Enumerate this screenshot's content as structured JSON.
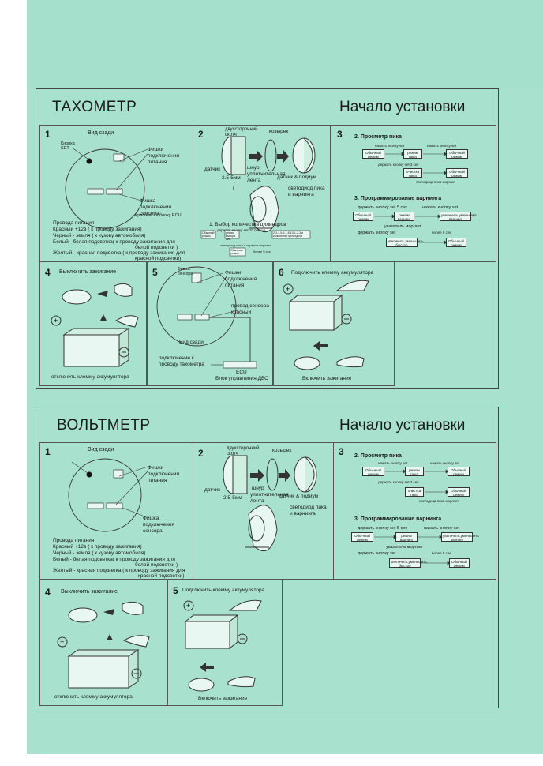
{
  "tacho": {
    "title": "ТАХОМЕТР",
    "subtitle": "Начало установки",
    "p1": {
      "num": "1",
      "view": "Вид сзади",
      "knob": "Кнопка SET",
      "power_plugs": "Фишки подключения питания",
      "sensor_plug": "Фишка подключения сенсора",
      "sensor_note": "Красный - к блоку ECU",
      "wire1": "Провода питания",
      "wire2": "Красный +12в ( к проводу зажигания)",
      "wire3": "Черный - земля ( к кузову автомобиля)",
      "wire4": "Белый - белая подсветка( к проводу зажигания для",
      "wire4b": "белой подсветки )",
      "wire5": "Желтый - красная подсветка ( к проводу зажигания для",
      "wire5b": "красной подсветки)"
    },
    "p2": {
      "num": "2",
      "tape": "двухсторонний скотч",
      "visor": "козырек",
      "cord": "шнур",
      "sensor": "датчик",
      "size": "2.5-5мм",
      "seal": "уплотнительная лента",
      "mount": "датчик & подиум",
      "led": "светодиод пика и варнинга",
      "cyl_title": "1. Выбор количества цилиндров",
      "cyl_hint": "держать кнопку set 10 секунд",
      "cyl_box1": "Обычный режим",
      "cyl_box2": "режим выбора цил.",
      "cyl_box3": "2-3-4-5-6-7-8-10-1-2-3 и количество цилиндров",
      "cyl_hint2": "светодиод пика и сервиса моргает",
      "cyl_box4": "Обычный режим",
      "cyl_hint3": "более 5 сек"
    },
    "p3": {
      "num": "3",
      "peak_title": "2. Просмотр пика",
      "peak_hint1": "нажать кнопку set",
      "peak_hint2": "нажать кнопку set",
      "b1": "Обычный режим",
      "b2": "режим пика",
      "b3": "Обычный режим",
      "hold": "держать кнопку set 3 сек",
      "b4": "очистка пика",
      "b5": "Обычный режим",
      "blink": "светодиод пика моргает",
      "warn_title": "3. Программирование варнинга",
      "warn_hold": "держать кнопку set 5 сек",
      "warn_press": "нажать кнопку set",
      "w1": "Обычный режим",
      "w2": "режим варнинг",
      "w3": "увеличить,уменьшить варнинг",
      "w_blink": "указатель моргает",
      "w_hold2": "держать кнопку set",
      "w4": "увеличить,уменьшить быстро",
      "w5": "Обычный режим",
      "w_more": "более 5 сек"
    },
    "p4": {
      "num": "4",
      "ign_off": "Выключить зажигание",
      "disconnect": "отключить клемму аккумулятора"
    },
    "p5": {
      "num": "5",
      "knob": "Фишка сенсора",
      "power_plugs": "Фишки подключения питания",
      "sensor_wire": "провод сенсора красный",
      "view": "Вид сзади",
      "tacho_wire": "подключение к проводу тахометра",
      "ecu": "ECU",
      "ecu_label": "Блок управления ДВС"
    },
    "p6": {
      "num": "6",
      "connect": "Подключить клемму аккумулятора",
      "ign_on": "Включить зажигание"
    }
  },
  "volt": {
    "title": "ВОЛЬТМЕТР",
    "subtitle": "Начало установки",
    "p1": {
      "num": "1",
      "view": "Вид сзади",
      "power_plugs": "Фишки подключения питания",
      "sensor_plug": "Фишка подключения сенсора",
      "wire1": "Провода питания",
      "wire2": "Красный +12в ( к проводу зажигания)",
      "wire3": "Черный - земля ( к кузову автомобиля)",
      "wire4": "Белый - белая подсветка( к проводу зажигания для",
      "wire4b": "белой подсветки )",
      "wire5": "Желтый - красная подсветка ( к проводу зажигания для",
      "wire5b": "красной подсветки)"
    },
    "p2": {
      "num": "2",
      "tape": "двухсторонний скотч",
      "visor": "козырек",
      "cord": "шнур",
      "sensor": "датчик",
      "size": "2.5-5мм",
      "seal": "уплотнительная лента",
      "mount": "датчик & подиум",
      "led": "светодиод пика и варнинга"
    },
    "p3": {
      "num": "3",
      "peak_title": "2. Просмотр пика",
      "peak_hint1": "нажать кнопку set",
      "peak_hint2": "нажать кнопку set",
      "b1": "Обычный режим",
      "b2": "режим пика",
      "b3": "Обычный режим",
      "hold": "держать кнопку set 3 сек",
      "b4": "очистка пика",
      "b5": "Обычный режим",
      "blink": "светодиод пика моргает",
      "warn_title": "3. Программирование варнинга",
      "warn_hold": "держать кнопку set 5 сек",
      "warn_press": "нажать кнопку set",
      "w1": "Обычный режим",
      "w2": "режим варнинг",
      "w3": "увеличить,уменьшить варнинг",
      "w_blink": "указатель моргает",
      "w_hold2": "держать кнопку set",
      "w4": "увеличить,уменьшить быстро",
      "w5": "Обычный режим",
      "w_more": "более 5 сек"
    },
    "p4": {
      "num": "4",
      "ign_off": "Выключить зажигание",
      "disconnect": "отключить клемму аккумулятора"
    },
    "p5": {
      "num": "5",
      "connect": "Подключить клемму аккумулятора",
      "ign_on": "Включить зажигание"
    }
  },
  "colors": {
    "paper": "#a8e2cf",
    "line": "#333333"
  }
}
